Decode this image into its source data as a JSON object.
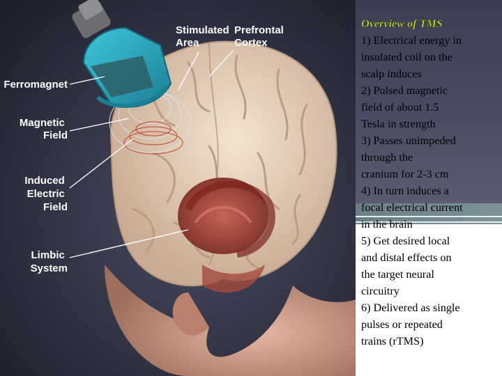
{
  "labels": {
    "stimulated_area": [
      "Stimulated",
      "Area"
    ],
    "prefrontal_cortex": [
      "Prefrontal",
      "Cortex"
    ],
    "ferromagnet": [
      "Ferromagnet"
    ],
    "magnetic_field": [
      "Magnetic",
      "Field"
    ],
    "induced_electric_field": [
      "Induced",
      "Electric",
      "Field"
    ],
    "limbic_system": [
      "Limbic",
      "System"
    ]
  },
  "overview": {
    "heading": "Overview of TMS",
    "lines": [
      "1) Electrical energy in",
      "insulated coil on the",
      "scalp induces",
      "2) Pulsed magnetic",
      "field of about 1.5",
      "Tesla in strength",
      "3) Passes unimpeded",
      "through the",
      "cranium for 2-3 cm",
      "4) In turn induces a",
      "focal electrical current",
      "in the brain",
      "5) Get desired local",
      "and distal effects on",
      "the target neural",
      "circuitry",
      "6) Delivered as single",
      "pulses or repeated",
      "trains (rTMS)"
    ]
  },
  "colors": {
    "heading": "#c6d82a",
    "coil": "#2aa7bf",
    "brain": "#e8d2bc",
    "limbic": "#9e3328",
    "skin": "#d9a994"
  }
}
